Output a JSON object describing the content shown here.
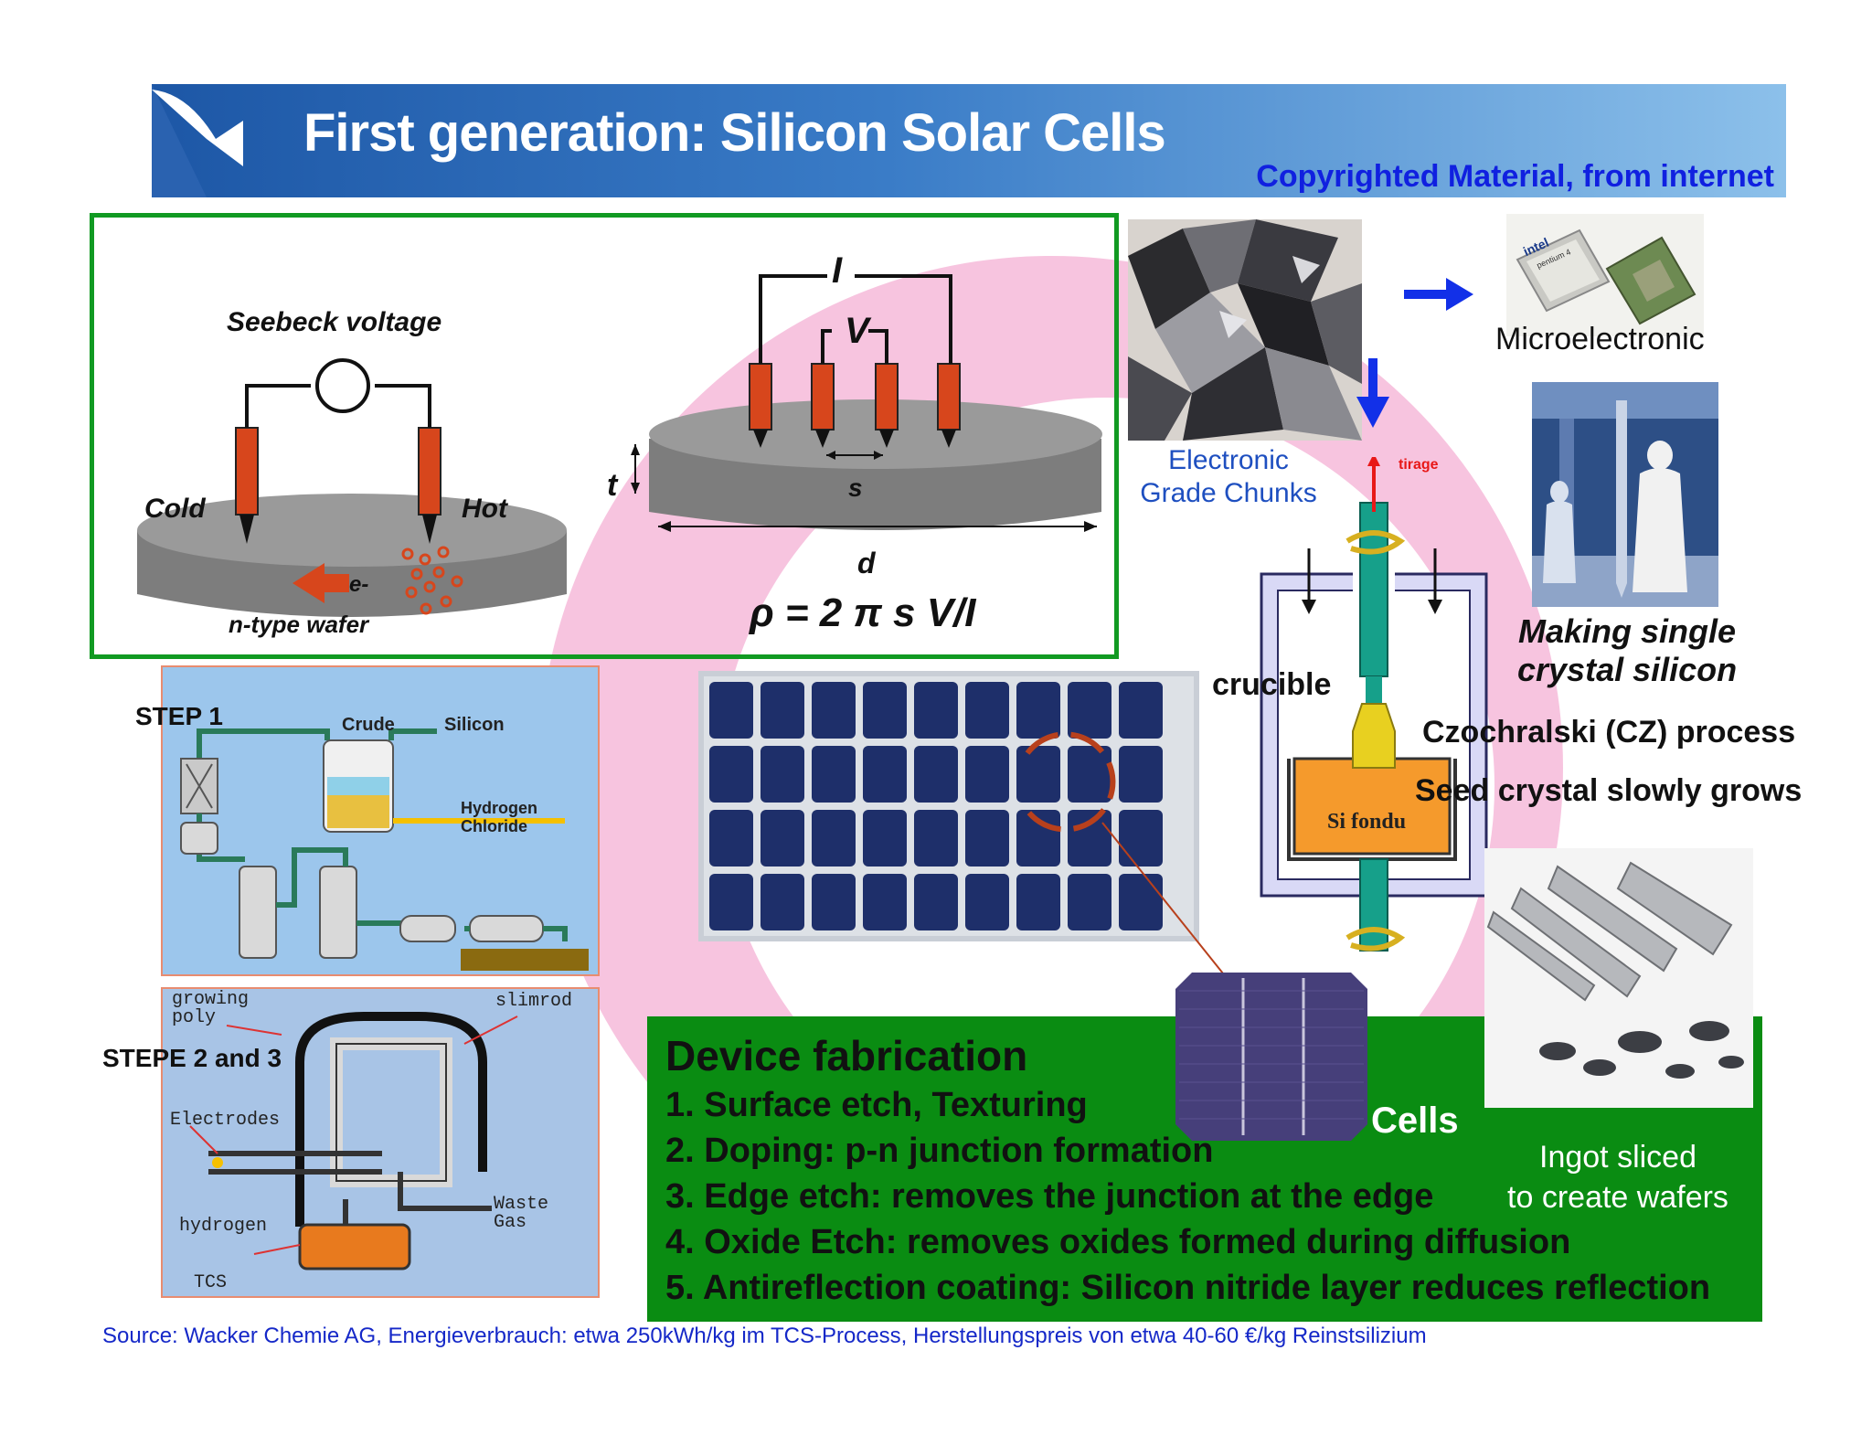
{
  "header": {
    "title": "First generation: Silicon Solar Cells",
    "copyright": "Copyrighted Material, from internet"
  },
  "seebeck": {
    "label": "Seebeck voltage",
    "cold": "Cold",
    "hot": "Hot",
    "electron": "e-",
    "wafer": "n-type wafer"
  },
  "fourpoint": {
    "current": "I",
    "voltage": "V",
    "thickness": "t",
    "spacing": "s",
    "diameter": "d",
    "formula": "ρ = 2 π s V/I"
  },
  "chunks": {
    "label_line1": "Electronic",
    "label_line2": "Grade Chunks"
  },
  "micro": {
    "label": "Microelectronic",
    "chip_brand": "intel",
    "chip_model": "pentium 4"
  },
  "making": {
    "line1": "Making single",
    "line2": "crystal silicon"
  },
  "cz": {
    "pull_label": "tirage",
    "crucible": "crucible",
    "process": "Czochralski (CZ) process",
    "seed": "Seed crystal slowly grows",
    "melt": "Si fondu"
  },
  "step1": {
    "label": "STEP 1",
    "crude": "Crude",
    "silicon": "Silicon",
    "hcl_line1": "Hydrogen",
    "hcl_line2": "Chloride"
  },
  "step2": {
    "label": "STEPE 2 and 3",
    "growing": "growing",
    "poly": "poly",
    "slimrod": "slimrod",
    "electrodes": "Electrodes",
    "waste": "Waste",
    "gas": "Gas",
    "hydrogen": "hydrogen",
    "tcs": "TCS"
  },
  "device": {
    "title": "Device fabrication",
    "items": [
      "1. Surface etch, Texturing",
      "2. Doping: p-n junction formation",
      "3. Edge etch: removes the junction at the edge",
      "4. Oxide Etch: removes oxides formed during diffusion",
      "5. Antireflection coating: Silicon nitride layer reduces reflection"
    ],
    "cells": "Cells"
  },
  "ingot": {
    "line1": "Ingot sliced",
    "line2": "to create wafers"
  },
  "source": "Source: Wacker Chemie AG, Energieverbrauch: etwa 250kWh/kg im TCS-Process, Herstellungspreis von etwa 40-60 €/kg Reinstsilizium",
  "colors": {
    "title_blue": "#1d57a6",
    "copyright_blue": "#1020e0",
    "frame_green": "#119a22",
    "device_green": "#0a8c12",
    "ring_pink": "#f7c4df",
    "probe_orange": "#d7461c",
    "cz_orange": "#f59a2c"
  }
}
